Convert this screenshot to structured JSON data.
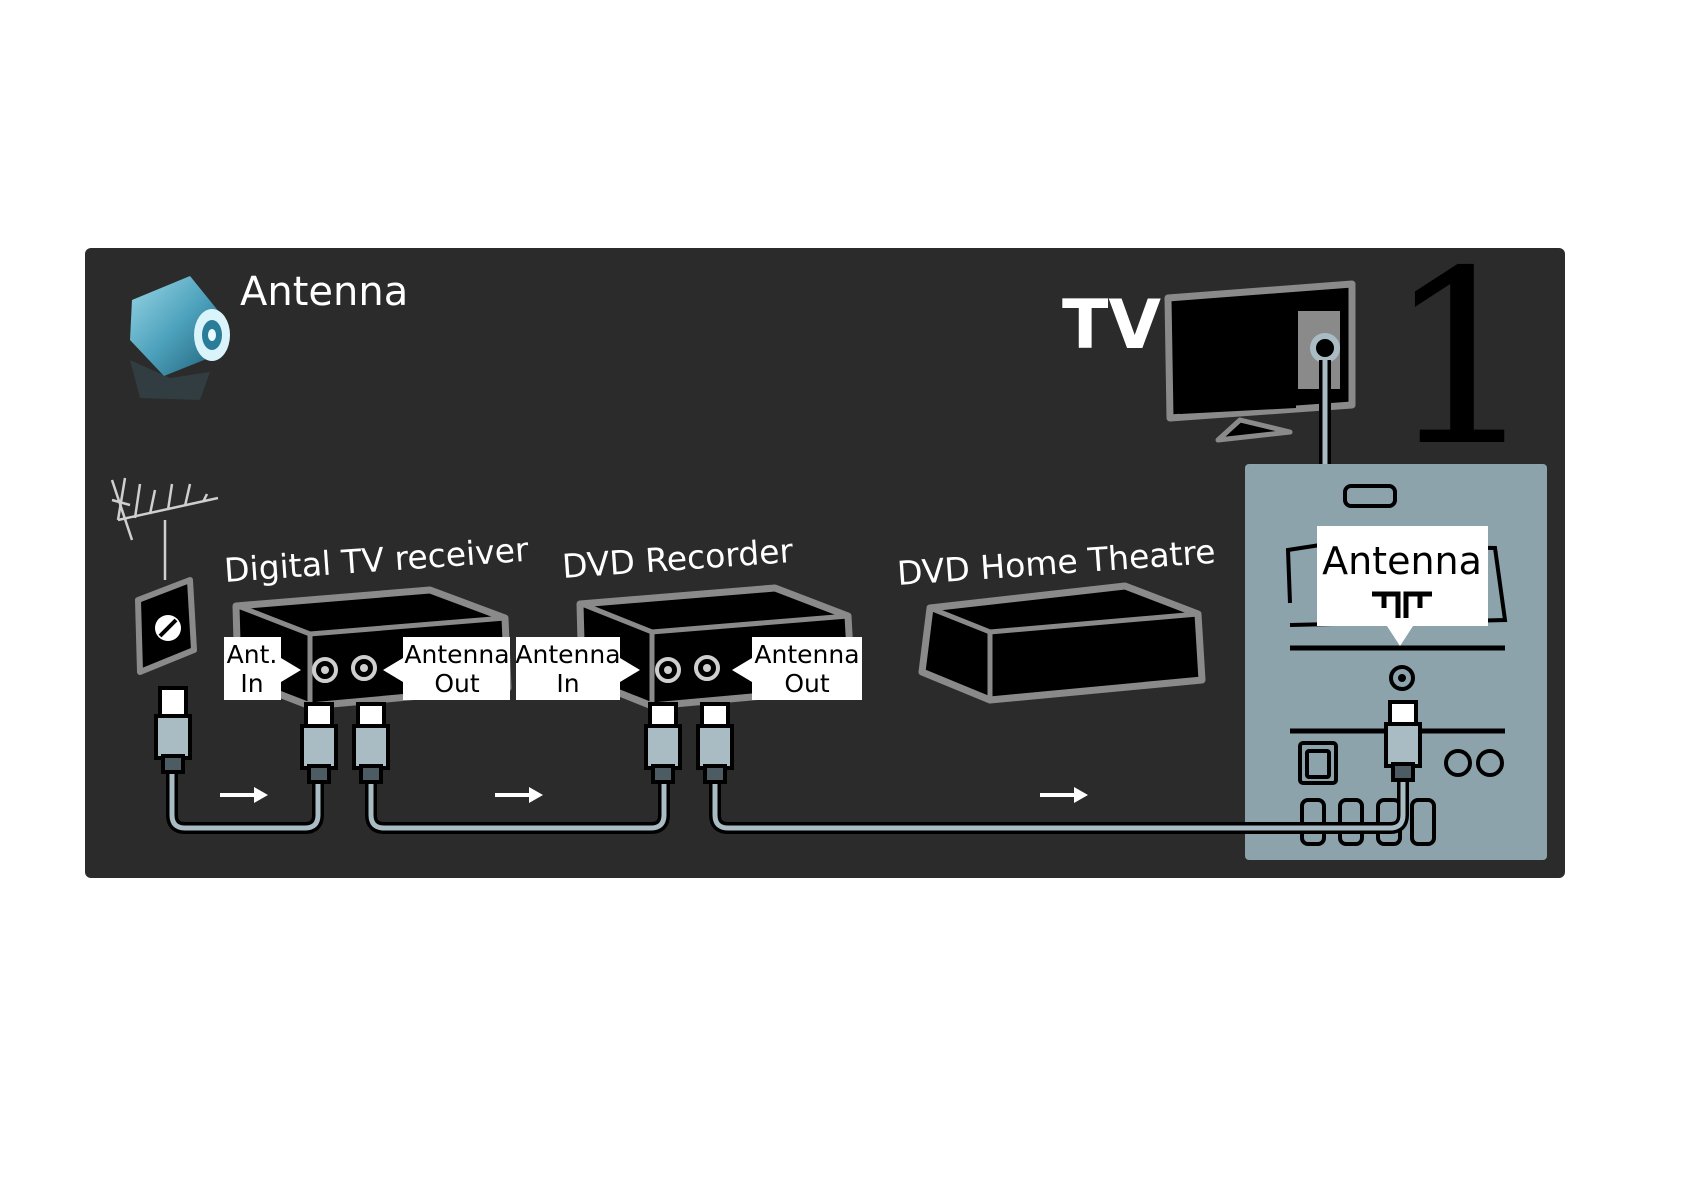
{
  "header": {
    "title": "Antenna",
    "step_number": "1"
  },
  "devices": {
    "tv": "TV",
    "digital_receiver": "Digital TV receiver",
    "dvd_recorder": "DVD Recorder",
    "home_theatre": "DVD  Home Theatre"
  },
  "ports": {
    "receiver_in_line1": "Ant.",
    "receiver_in_line2": "In",
    "receiver_out_line1": "Antenna",
    "receiver_out_line2": "Out",
    "recorder_in_line1": "Antenna",
    "recorder_in_line2": "In",
    "recorder_out_line1": "Antenna",
    "recorder_out_line2": "Out",
    "tv_antenna": "Antenna"
  },
  "icons": [
    "coax-plug-icon",
    "aerial-icon",
    "wall-socket-icon",
    "tv-icon",
    "arrow-right-icon",
    "antenna-symbol-icon"
  ],
  "colors": {
    "panel": "#2b2b2b",
    "tv_panel": "#8da3ac",
    "cable": "#a9bcc4",
    "device_outline": "#8a8a8a"
  }
}
